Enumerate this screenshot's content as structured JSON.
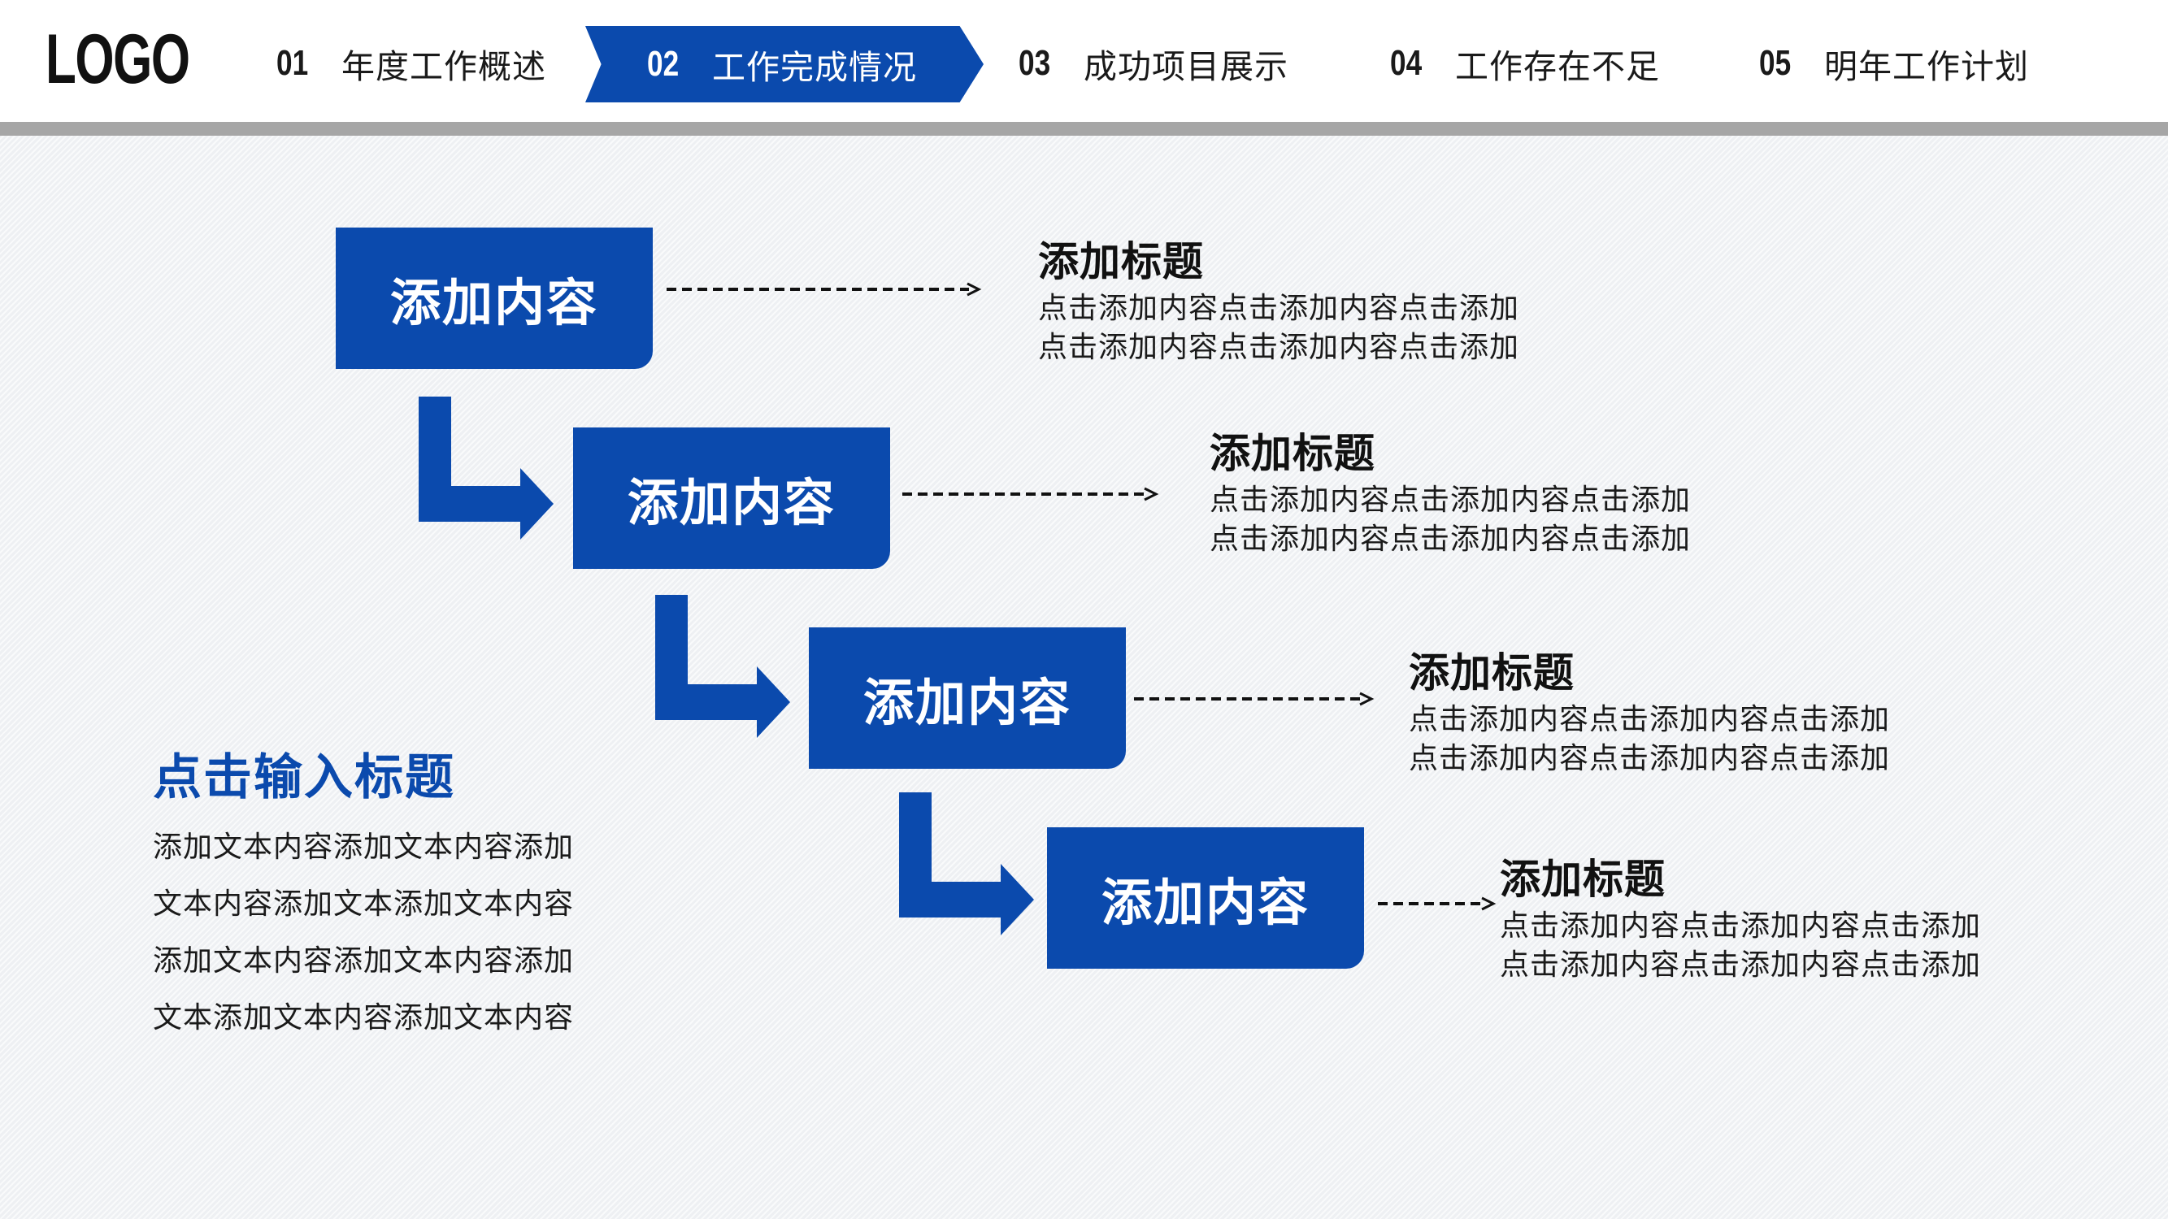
{
  "logo": "LOGO",
  "nav": [
    {
      "num": "01",
      "label": "年度工作概述"
    },
    {
      "num": "02",
      "label": "工作完成情况"
    },
    {
      "num": "03",
      "label": "成功项目展示"
    },
    {
      "num": "04",
      "label": "工作存在不足"
    },
    {
      "num": "05",
      "label": "明年工作计划"
    }
  ],
  "active_nav_index": 1,
  "accent_color": "#0b4aad",
  "steps": [
    {
      "box_label": "添加内容",
      "title": "添加标题",
      "line1": "点击添加内容点击添加内容点击添加",
      "line2": "点击添加内容点击添加内容点击添加"
    },
    {
      "box_label": "添加内容",
      "title": "添加标题",
      "line1": "点击添加内容点击添加内容点击添加",
      "line2": "点击添加内容点击添加内容点击添加"
    },
    {
      "box_label": "添加内容",
      "title": "添加标题",
      "line1": "点击添加内容点击添加内容点击添加",
      "line2": "点击添加内容点击添加内容点击添加"
    },
    {
      "box_label": "添加内容",
      "title": "添加标题",
      "line1": "点击添加内容点击添加内容点击添加",
      "line2": "点击添加内容点击添加内容点击添加"
    }
  ],
  "side": {
    "title": "点击输入标题",
    "lines": [
      "添加文本内容添加文本内容添加",
      "文本内容添加文本添加文本内容",
      "添加文本内容添加文本内容添加",
      "文本添加文本内容添加文本内容"
    ]
  }
}
